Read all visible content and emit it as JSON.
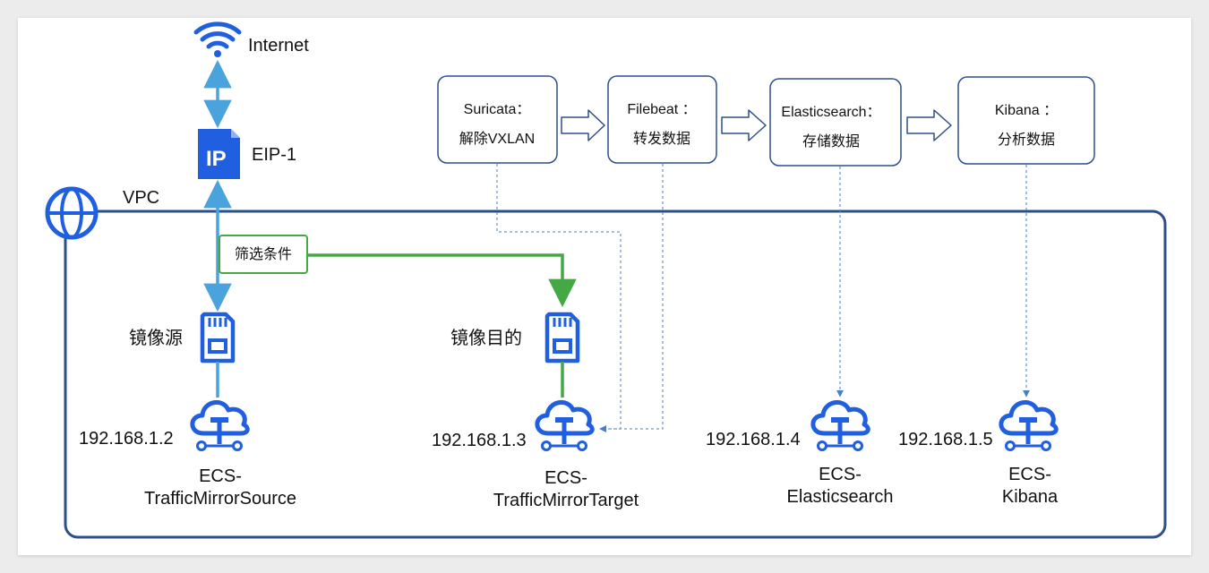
{
  "internet": {
    "label": "Internet",
    "icon": "wifi-icon"
  },
  "eip": {
    "label": "EIP-1",
    "icon": "ip-file-icon"
  },
  "vpc": {
    "label": "VPC",
    "icon": "globe-icon"
  },
  "filter": {
    "label": "筛选条件"
  },
  "mirror_source": {
    "label": "镜像源",
    "icon": "sd-card-icon"
  },
  "mirror_target": {
    "label": "镜像目的",
    "icon": "sd-card-icon"
  },
  "pipeline": [
    {
      "id": "suricata",
      "name": "Suricata：",
      "desc": "解除VXLAN"
    },
    {
      "id": "filebeat",
      "name": "Filebeat ：",
      "desc": "转发数据"
    },
    {
      "id": "elasticsearch",
      "name": "Elasticsearch：",
      "desc": "存储数据"
    },
    {
      "id": "kibana",
      "name": "Kibana ：",
      "desc": "分析数据"
    }
  ],
  "hosts": [
    {
      "id": "source",
      "ip": "192.168.1.2",
      "name_line1": "ECS-",
      "name_line2": "TrafficMirrorSource",
      "icon": "cloud-network-icon"
    },
    {
      "id": "target",
      "ip": "192.168.1.3",
      "name_line1": "ECS-",
      "name_line2": "TrafficMirrorTarget",
      "icon": "cloud-network-icon"
    },
    {
      "id": "elasticsearch",
      "ip": "192.168.1.4",
      "name_line1": "ECS-",
      "name_line2": "Elasticsearch",
      "icon": "cloud-network-icon"
    },
    {
      "id": "kibana",
      "ip": "192.168.1.5",
      "name_line1": "ECS-",
      "name_line2": "Kibana",
      "icon": "cloud-network-icon"
    }
  ],
  "colors": {
    "icon_blue": "#1f5fe0",
    "link_blue": "#4aa3dc",
    "filter_green": "#45a845",
    "vpc_border": "#2b4f87",
    "box_border": "#2f4f8c",
    "dashed_blue": "#4a7fc4",
    "text": "#111111"
  }
}
